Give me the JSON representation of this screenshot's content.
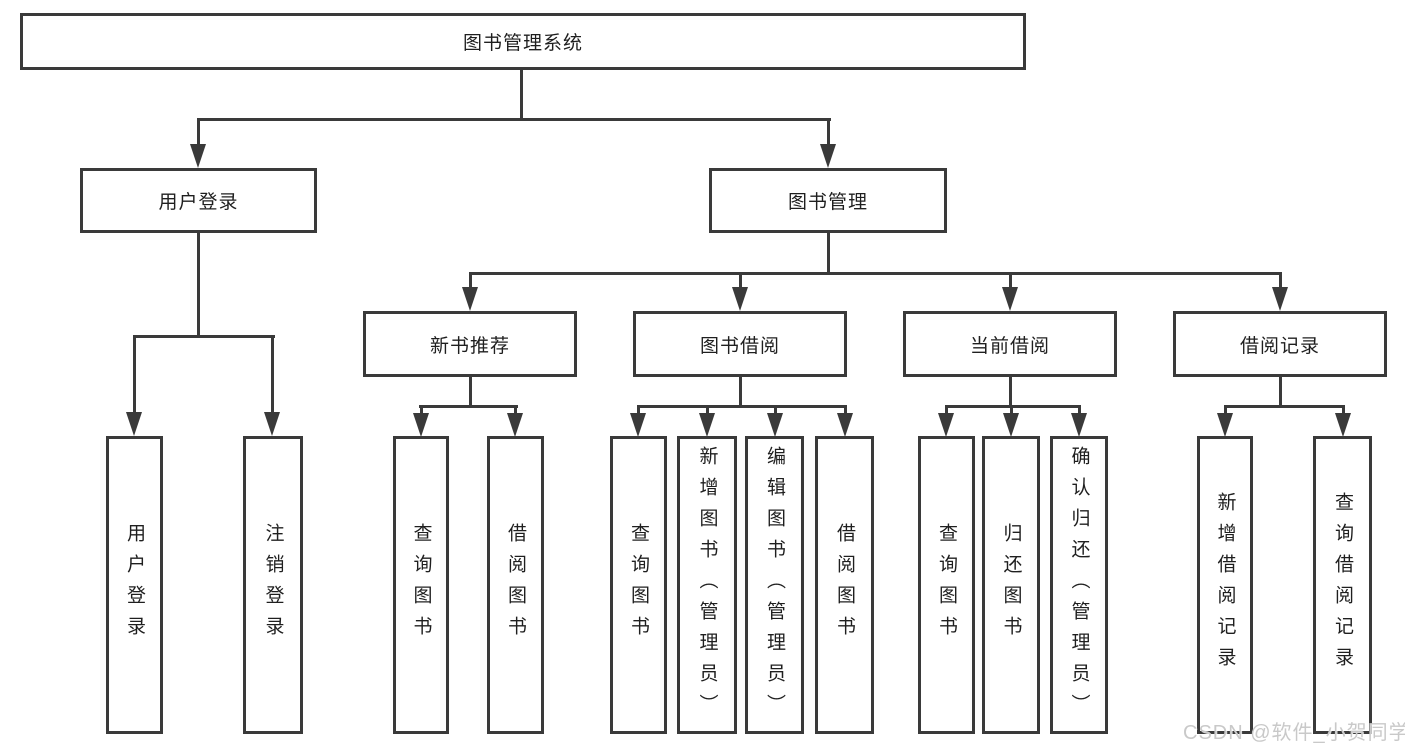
{
  "tree": {
    "label": "图书管理系统",
    "children": [
      {
        "label": "用户登录",
        "children": [
          {
            "label": "用户登录"
          },
          {
            "label": "注销登录"
          }
        ]
      },
      {
        "label": "图书管理",
        "children": [
          {
            "label": "新书推荐",
            "children": [
              {
                "label": "查询图书"
              },
              {
                "label": "借阅图书"
              }
            ]
          },
          {
            "label": "图书借阅",
            "children": [
              {
                "label": "查询图书"
              },
              {
                "label": "新增图书（管理员）"
              },
              {
                "label": "编辑图书（管理员）"
              },
              {
                "label": "借阅图书"
              }
            ]
          },
          {
            "label": "当前借阅",
            "children": [
              {
                "label": "查询图书"
              },
              {
                "label": "归还图书"
              },
              {
                "label": "确认归还（管理员）"
              }
            ]
          },
          {
            "label": "借阅记录",
            "children": [
              {
                "label": "新增借阅记录"
              },
              {
                "label": "查询借阅记录"
              }
            ]
          }
        ]
      }
    ]
  },
  "watermark": {
    "text": "CSDN @软件_小贺同学"
  },
  "colors": {
    "line": "#3a3a3a",
    "text": "#1f1f1f",
    "watermark": "#c9c9c9",
    "background": "#ffffff"
  }
}
